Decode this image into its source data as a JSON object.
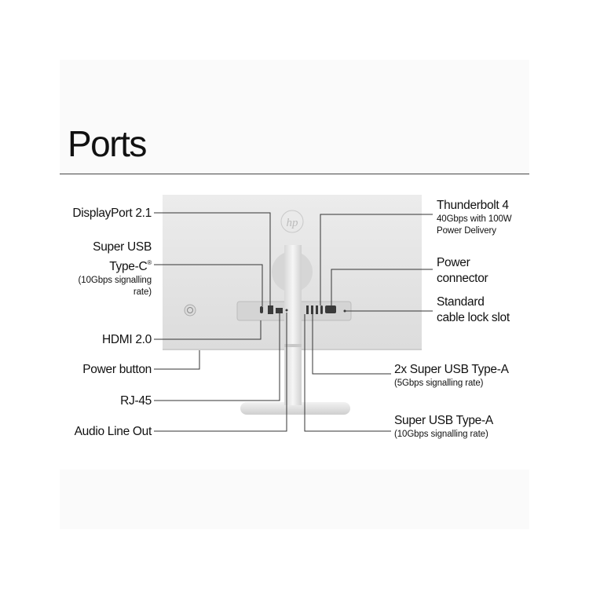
{
  "title": "Ports",
  "logo_text": "hp",
  "labels_left": [
    {
      "key": "displayport",
      "title": "DisplayPort 2.1"
    },
    {
      "key": "usbc",
      "title_line1": "Super USB",
      "title_line2": "Type-C",
      "reg_mark": "®",
      "detail_line1": "(10Gbps signalling",
      "detail_line2": "rate)"
    },
    {
      "key": "hdmi",
      "title": "HDMI 2.0"
    },
    {
      "key": "power_button",
      "title": "Power button"
    },
    {
      "key": "rj45",
      "title": "RJ-45"
    },
    {
      "key": "audio",
      "title": "Audio Line Out"
    }
  ],
  "labels_right": [
    {
      "key": "thunderbolt",
      "title": "Thunderbolt 4",
      "detail_line1": "40Gbps with 100W",
      "detail_line2": "Power Delivery"
    },
    {
      "key": "power_connector",
      "title_line1": "Power",
      "title_line2": "connector"
    },
    {
      "key": "cable_lock",
      "title_line1": "Standard",
      "title_line2": "cable lock slot"
    },
    {
      "key": "usba_5g",
      "title": "2x Super USB Type-A",
      "detail": "(5Gbps signalling rate)"
    },
    {
      "key": "usba_10g",
      "title": "Super USB Type-A",
      "detail": "(10Gbps signalling rate)"
    }
  ],
  "colors": {
    "panel": "#e3e3e3",
    "ports": "#3a3a3a",
    "leader": "#333333",
    "background_band": "#fafafa"
  }
}
